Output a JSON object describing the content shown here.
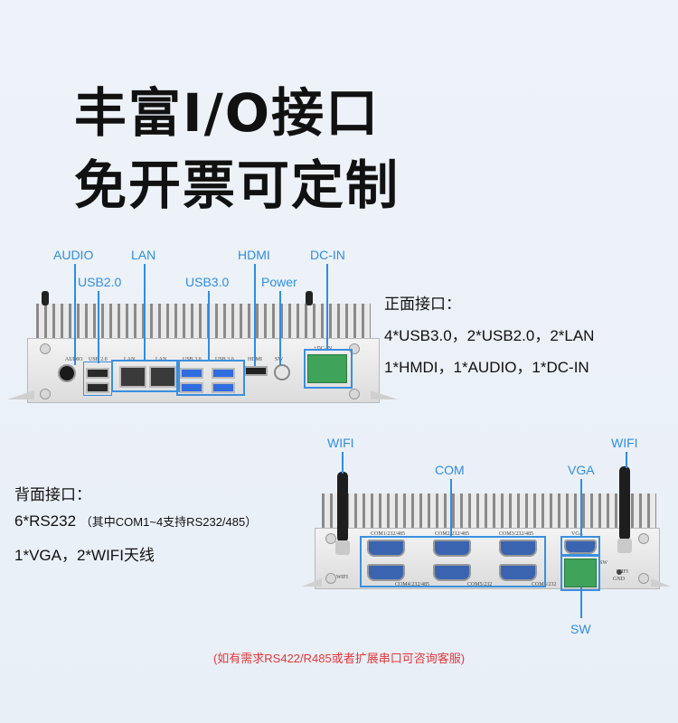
{
  "headline": {
    "line1": "丰富I/O接口",
    "line2": "免开票可定制"
  },
  "front": {
    "labels": {
      "audio": "AUDIO",
      "usb2": "USB2.0",
      "lan": "LAN",
      "usb3": "USB3.0",
      "hdmi": "HDMI",
      "power": "Power",
      "dcin": "DC-IN"
    },
    "desc_title": "正面接口：",
    "desc_line1": "4*USB3.0，2*USB2.0，2*LAN",
    "desc_line2": "1*HMDI，1*AUDIO，1*DC-IN",
    "panel_text": {
      "audio": "AUDIO",
      "usb2": "USB 2.0",
      "lan1": "LAN",
      "lan2": "LAN",
      "usb3a": "USB 3.0",
      "usb3b": "USB 3.0",
      "hdmi": "HDMI",
      "sw": "SW",
      "dcin": "+DC-IN"
    }
  },
  "back": {
    "labels": {
      "wifi_left": "WIFI",
      "com": "COM",
      "vga": "VGA",
      "wifi_right": "WIFI",
      "sw": "SW"
    },
    "desc_title": "背面接口：",
    "desc_line1": "6*RS232",
    "desc_line1_note": "（其中COM1~4支持RS232/485）",
    "desc_line2": "1*VGA，2*WIFI天线",
    "panel_text": {
      "com1": "COM1/232/485",
      "com2": "COM2/232/485",
      "com3": "COM3/232/485",
      "com4": "COM4/232/485",
      "com5": "COM5/232",
      "com6": "COM6/232",
      "vga": "VGA",
      "wifi1": "WIFI",
      "wifi2": "WIFI",
      "sw": "SW",
      "gnd": "GND"
    }
  },
  "footer_note": "(如有需求RS422/R485或者扩展串口可咨询客服)"
}
